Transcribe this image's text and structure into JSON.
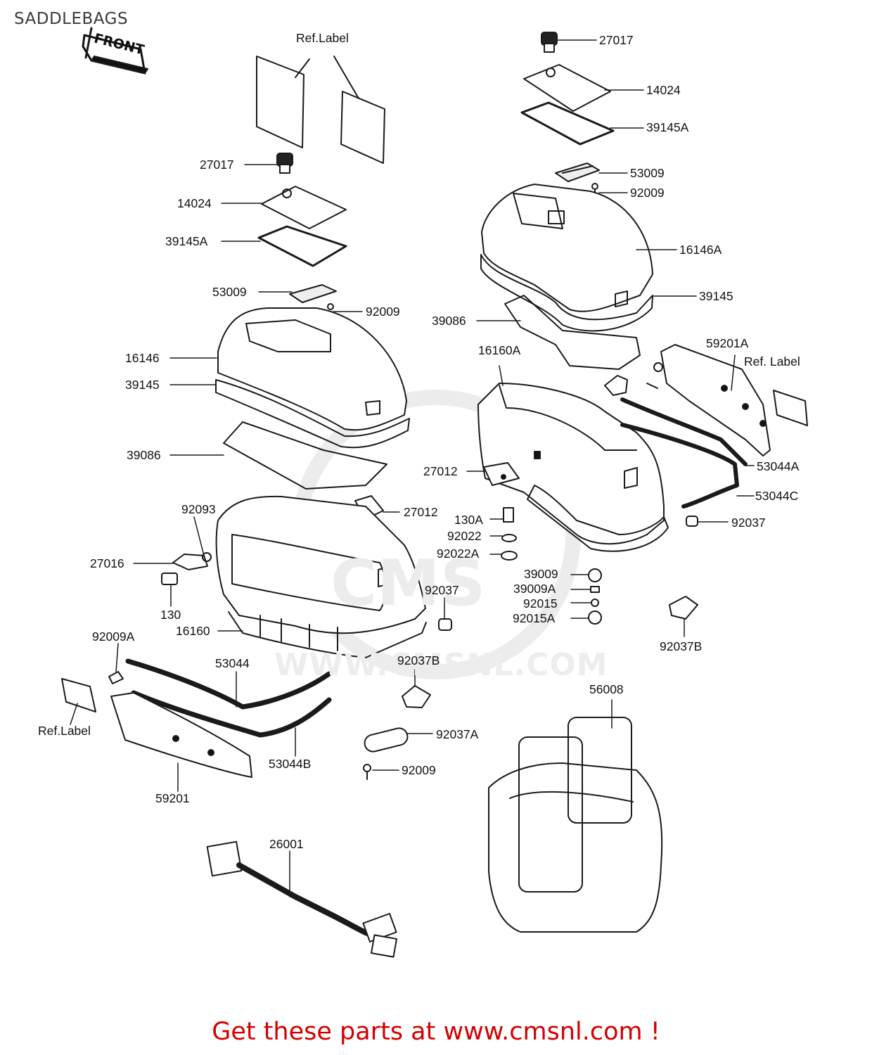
{
  "title": "SADDLEBAGS",
  "footer": "Get these parts at www.cmsnl.com !",
  "watermark": "WWW.CMSNL.COM",
  "front_sign": "FRONT",
  "labels": [
    {
      "id": "ref-label-top",
      "text": "Ref.Label"
    },
    {
      "id": "27017-r",
      "text": "27017"
    },
    {
      "id": "14024-r",
      "text": "14024"
    },
    {
      "id": "39145a-r",
      "text": "39145A"
    },
    {
      "id": "27017-l",
      "text": "27017"
    },
    {
      "id": "14024-l",
      "text": "14024"
    },
    {
      "id": "39145a-l",
      "text": "39145A"
    },
    {
      "id": "53009-r",
      "text": "53009"
    },
    {
      "id": "92009-r",
      "text": "92009"
    },
    {
      "id": "16146a",
      "text": "16146A"
    },
    {
      "id": "53009-l",
      "text": "53009"
    },
    {
      "id": "92009-l",
      "text": "92009"
    },
    {
      "id": "39145-r",
      "text": "39145"
    },
    {
      "id": "39086-r",
      "text": "39086"
    },
    {
      "id": "16146",
      "text": "16146"
    },
    {
      "id": "39145-l",
      "text": "39145"
    },
    {
      "id": "16160a",
      "text": "16160A"
    },
    {
      "id": "59201a",
      "text": "59201A"
    },
    {
      "id": "ref-label-right",
      "text": "Ref. Label"
    },
    {
      "id": "39086-l",
      "text": "39086"
    },
    {
      "id": "27012-r",
      "text": "27012"
    },
    {
      "id": "53044a",
      "text": "53044A"
    },
    {
      "id": "53044c",
      "text": "53044C"
    },
    {
      "id": "92093",
      "text": "92093"
    },
    {
      "id": "27012-l",
      "text": "27012"
    },
    {
      "id": "130a",
      "text": "130A"
    },
    {
      "id": "92037-r",
      "text": "92037"
    },
    {
      "id": "92022",
      "text": "92022"
    },
    {
      "id": "92022a",
      "text": "92022A"
    },
    {
      "id": "27016",
      "text": "27016"
    },
    {
      "id": "39009",
      "text": "39009"
    },
    {
      "id": "39009a",
      "text": "39009A"
    },
    {
      "id": "92037-l",
      "text": "92037"
    },
    {
      "id": "92015",
      "text": "92015"
    },
    {
      "id": "92015a",
      "text": "92015A"
    },
    {
      "id": "130",
      "text": "130"
    },
    {
      "id": "16160",
      "text": "16160"
    },
    {
      "id": "92037b-r",
      "text": "92037B"
    },
    {
      "id": "92009a",
      "text": "92009A"
    },
    {
      "id": "53044",
      "text": "53044"
    },
    {
      "id": "92037b-l",
      "text": "92037B"
    },
    {
      "id": "56008",
      "text": "56008"
    },
    {
      "id": "ref-label-left",
      "text": "Ref.Label"
    },
    {
      "id": "92037a",
      "text": "92037A"
    },
    {
      "id": "53044b",
      "text": "53044B"
    },
    {
      "id": "92009-b",
      "text": "92009"
    },
    {
      "id": "59201",
      "text": "59201"
    },
    {
      "id": "26001",
      "text": "26001"
    }
  ]
}
